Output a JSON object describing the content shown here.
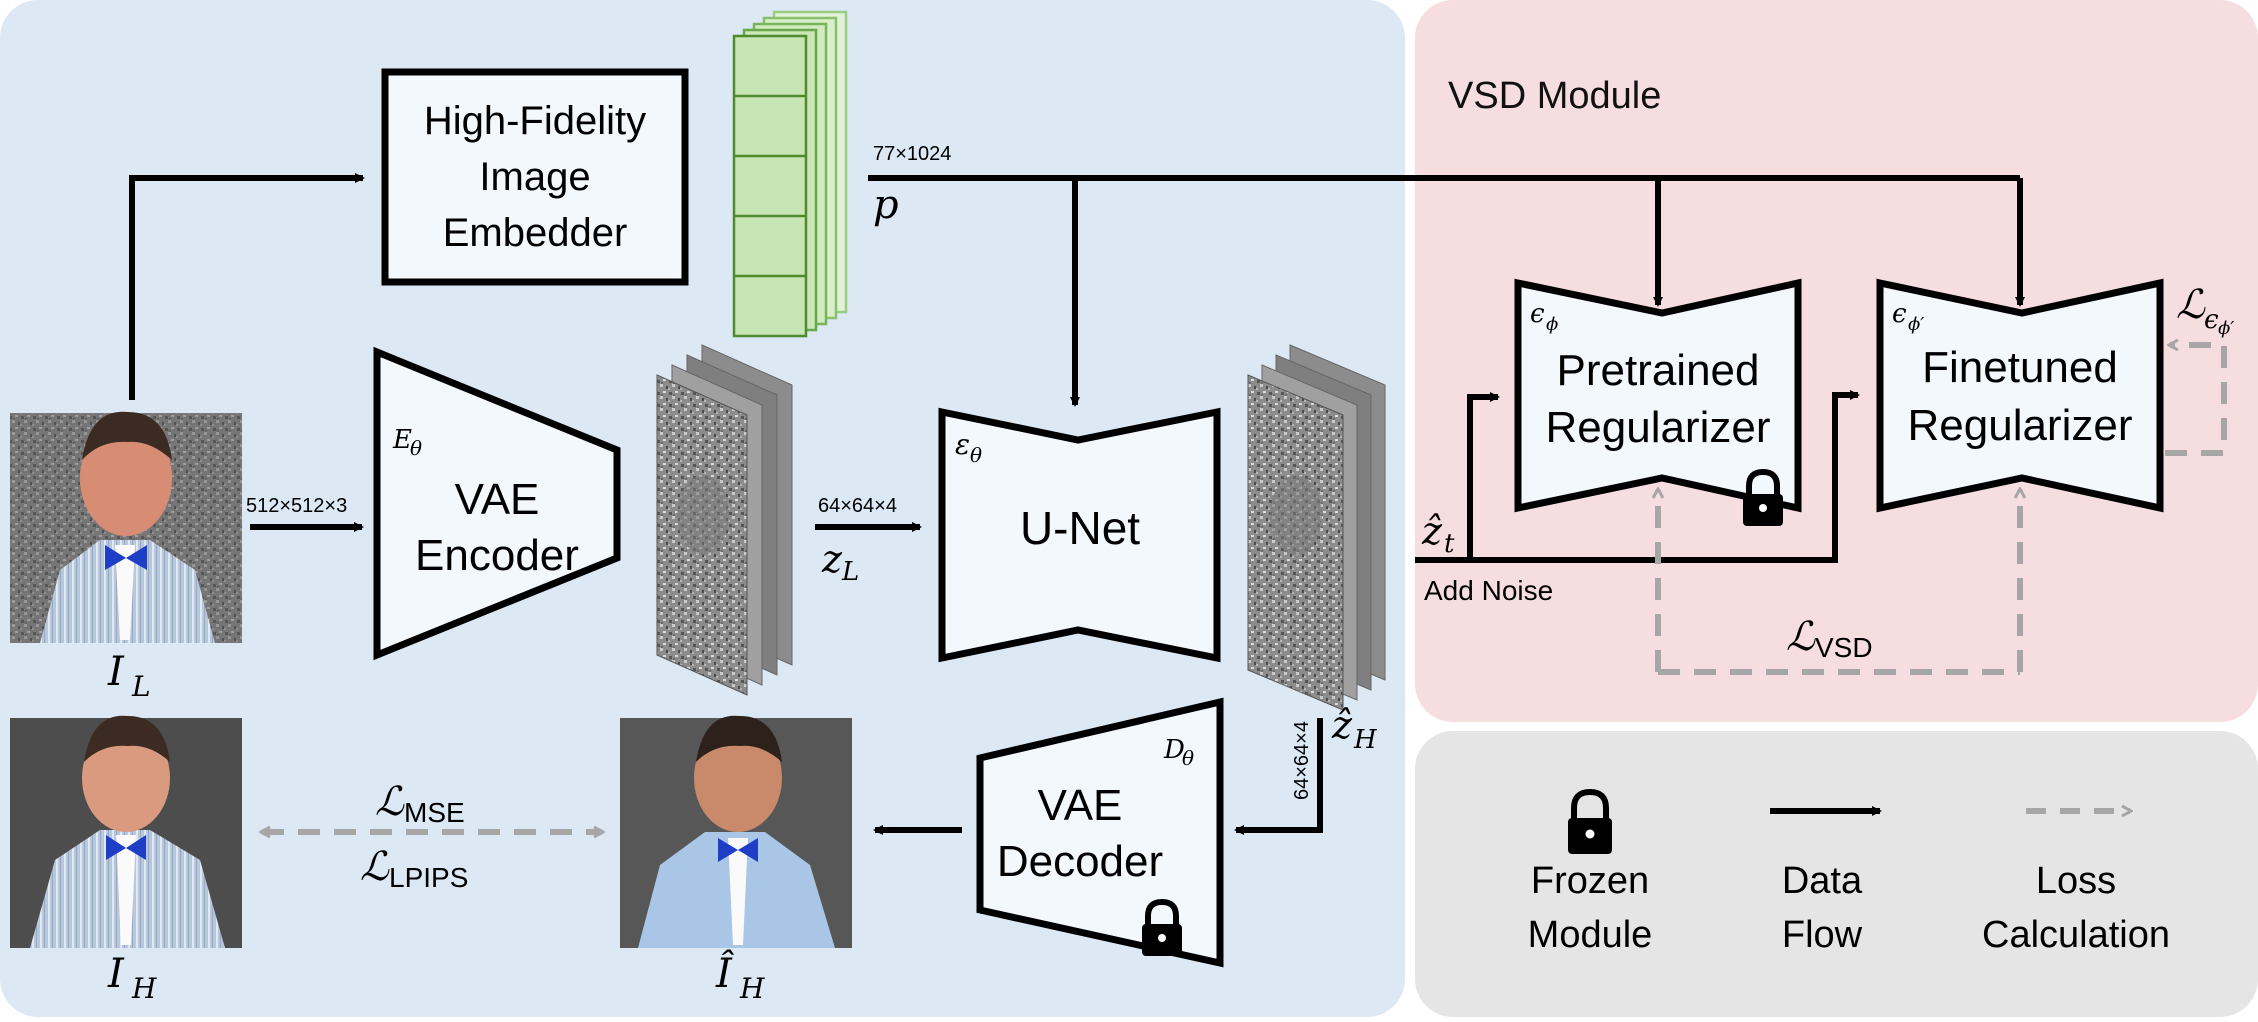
{
  "colors": {
    "blue_panel": "#dce8f4",
    "vsd_panel": "#f6dde0",
    "legend_panel": "#e5e5e5",
    "block_fill": "#f3f8fd",
    "embed_fill": "#c8e6b5",
    "embed_stroke": "#4f8a2e",
    "data_flow": "#000000",
    "loss_arrow": "#a6a6a6"
  },
  "vsd": {
    "title": "VSD Module"
  },
  "embedder": {
    "line1": "High-Fidelity",
    "line2": "Image",
    "line3": "Embedder"
  },
  "prompt": {
    "dims": "77×1024",
    "symbol": "p"
  },
  "vae_encoder": {
    "sub": "E",
    "sub_theta": "θ",
    "line1": "VAE",
    "line2": "Encoder"
  },
  "unet": {
    "sub": "ε",
    "sub_theta": "θ",
    "label": "U-Net"
  },
  "vae_decoder": {
    "sub": "D",
    "sub_theta": "θ",
    "line1": "VAE",
    "line2": "Decoder"
  },
  "pretrained": {
    "sub": "ϵ",
    "sub_phi": "ϕ",
    "line1": "Pretrained",
    "line2": "Regularizer"
  },
  "finetuned": {
    "sub": "ϵ",
    "sub_phi": "ϕ′",
    "line1": "Finetuned",
    "line2": "Regularizer"
  },
  "flows": {
    "input_dims": "512×512×3",
    "latent_dims": "64×64×4",
    "latent_symbol": "z",
    "latent_sub": "L",
    "output_dims": "64×64×4",
    "output_symbol": "ẑ",
    "output_sub": "H",
    "noise_symbol": "ẑ",
    "noise_sub": "t",
    "add_noise": "Add Noise"
  },
  "images": {
    "low": {
      "symbol": "I",
      "sub": "L"
    },
    "high": {
      "symbol": "I",
      "sub": "H"
    },
    "pred": {
      "symbol": "Î",
      "sub": "H"
    }
  },
  "losses": {
    "mse": "ℒ",
    "mse_sub": "MSE",
    "lpips": "ℒ",
    "lpips_sub": "LPIPS",
    "vsd": "ℒ",
    "vsd_sub": "VSD",
    "eps": "ℒ",
    "eps_sub": "ϵ",
    "eps_subsub": "ϕ′"
  },
  "legend": {
    "frozen_line1": "Frozen",
    "frozen_line2": "Module",
    "flow_line1": "Data",
    "flow_line2": "Flow",
    "loss_line1": "Loss",
    "loss_line2": "Calculation"
  }
}
